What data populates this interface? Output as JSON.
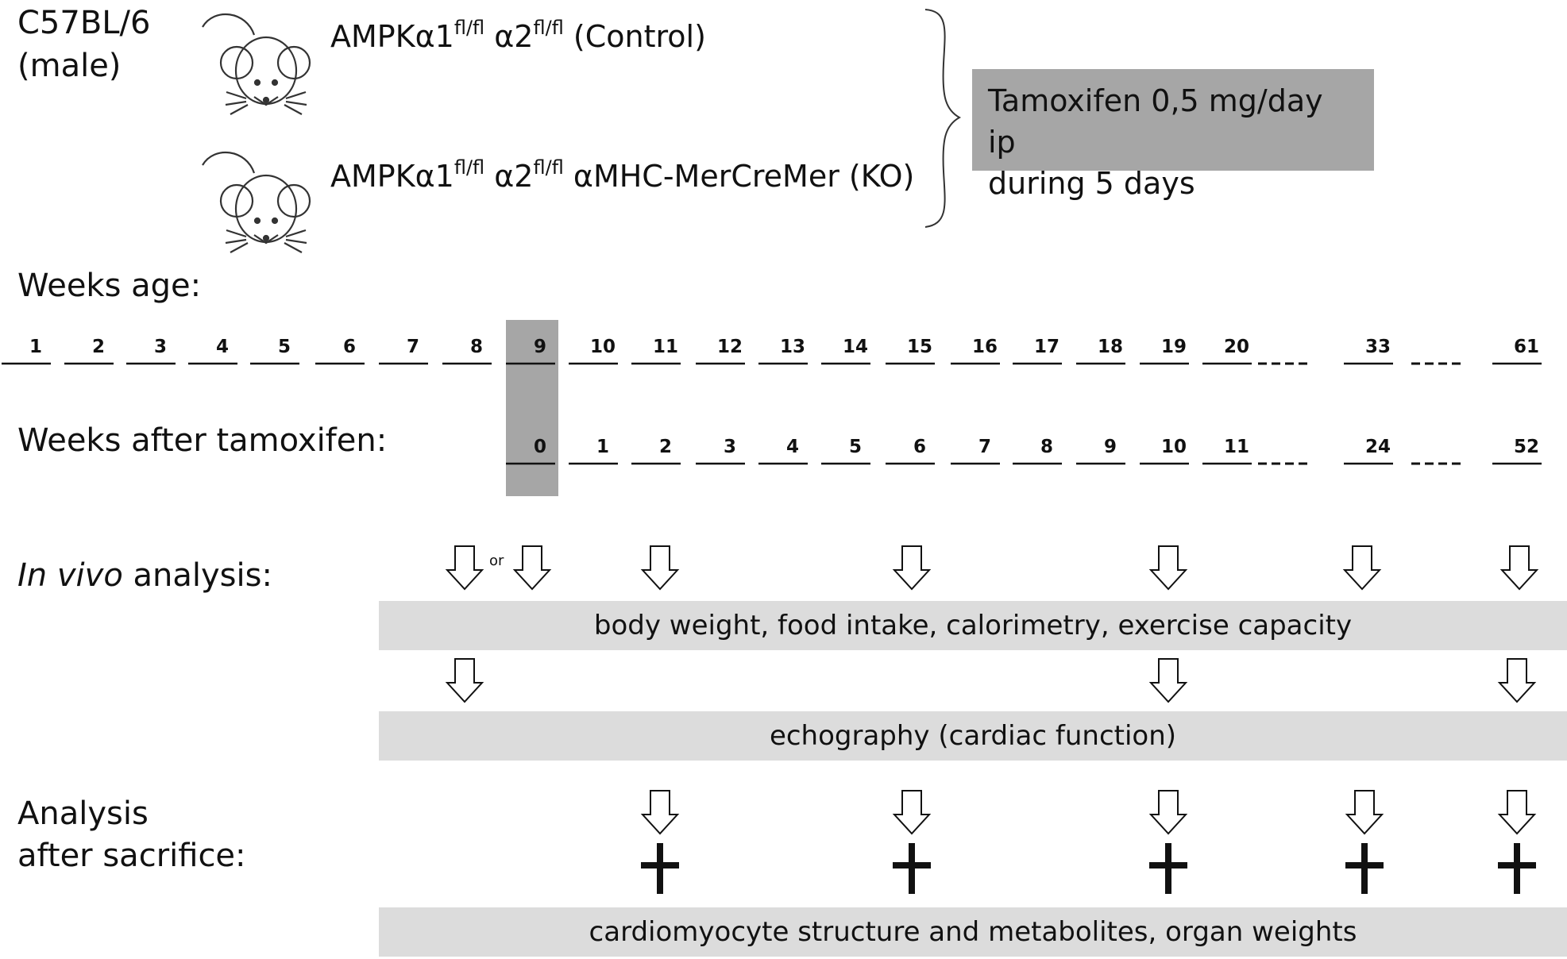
{
  "strain": "C57BL/6",
  "sex": "(male)",
  "groups": [
    {
      "name": "control",
      "base": "AMPKα1",
      "sup1": "fl/fl",
      "mid": " α2",
      "sup2": "fl/fl",
      "suffix": " (Control)"
    },
    {
      "name": "ko",
      "base": "AMPKα1",
      "sup1": "fl/fl",
      "mid": " α2",
      "sup2": "fl/fl",
      "suffix": "  αMHC-MerCreMer (KO)"
    }
  ],
  "treatment": {
    "line1": "Tamoxifen 0,5 mg/day ip",
    "line2": "during 5 days"
  },
  "weeks_age_label": "Weeks age:",
  "weeks_after_label": "Weeks after tamoxifen:",
  "weeks_age_ticks": [
    "1",
    "2",
    "3",
    "4",
    "5",
    "6",
    "7",
    "8",
    "9",
    "10",
    "11",
    "12",
    "13",
    "14",
    "15",
    "16",
    "17",
    "18",
    "19",
    "20",
    "----",
    "33",
    "----",
    "61"
  ],
  "weeks_after_ticks": [
    "0",
    "1",
    "2",
    "3",
    "4",
    "5",
    "6",
    "7",
    "8",
    "9",
    "10",
    "11",
    "----",
    "24",
    "----",
    "52"
  ],
  "in_vivo": {
    "label_em": "In vivo",
    "label_rest": " analysis:",
    "or": "or"
  },
  "bands": {
    "in_vivo_main": "body weight, food intake, calorimetry, exercise capacity",
    "echo": "echography (cardiac function)",
    "sacrifice": "cardiomyocyte structure and metabolites, organ weights"
  },
  "sacrifice_label": {
    "line1": "Analysis",
    "line2": "after sacrifice:"
  }
}
